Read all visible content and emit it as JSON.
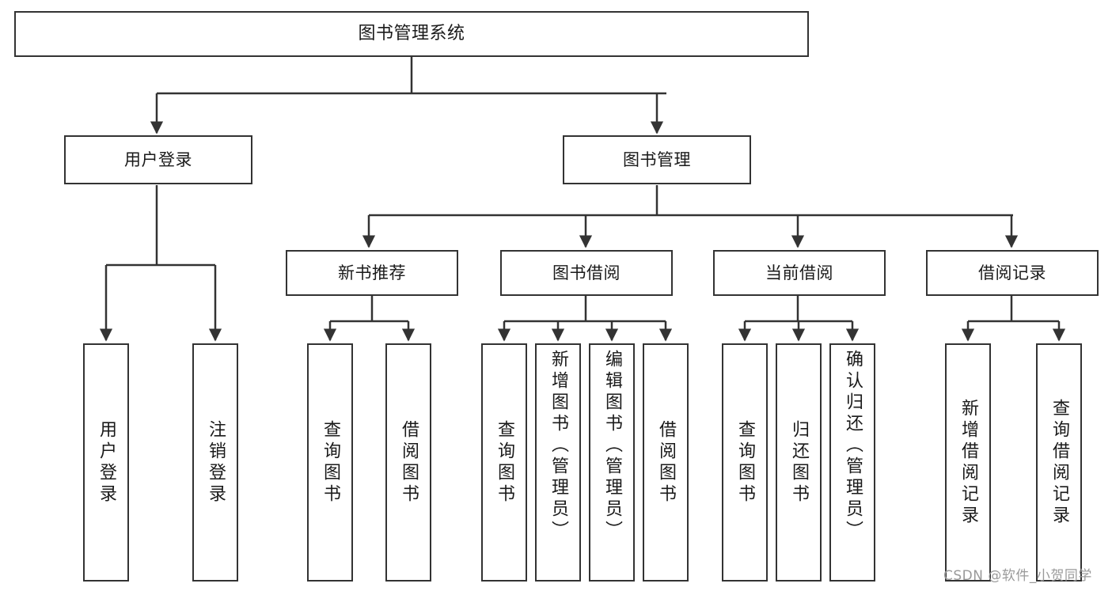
{
  "diagram": {
    "title": "图书管理系统",
    "type": "tree-hierarchy-chart",
    "watermark": "CSDN @软件_小贺同学",
    "colors": {
      "box_border": "#333333",
      "box_fill": "#ffffff",
      "edge": "#333333",
      "text": "#1a1a1a",
      "watermark": "#9a9a9a"
    },
    "levels": {
      "root": {
        "label": "图书管理系统"
      },
      "level1": [
        {
          "id": "user-login",
          "label": "用户登录"
        },
        {
          "id": "book-management",
          "label": "图书管理"
        }
      ],
      "level2": [
        {
          "id": "new-book-recommend",
          "label": "新书推荐"
        },
        {
          "id": "book-borrow",
          "label": "图书借阅"
        },
        {
          "id": "current-borrow",
          "label": "当前借阅"
        },
        {
          "id": "borrow-record",
          "label": "借阅记录"
        }
      ],
      "leaves": {
        "user_login": [
          {
            "id": "leaf-user-login",
            "label": "用户登录"
          },
          {
            "id": "leaf-logout-login",
            "label": "注销登录"
          }
        ],
        "new_book_recommend": [
          {
            "id": "leaf-query-book-1",
            "label": "查询图书"
          },
          {
            "id": "leaf-borrow-book-1",
            "label": "借阅图书"
          }
        ],
        "book_borrow": [
          {
            "id": "leaf-query-book-2",
            "label": "查询图书"
          },
          {
            "id": "leaf-add-book",
            "label": "新增图书（管理员）"
          },
          {
            "id": "leaf-edit-book",
            "label": "编辑图书（管理员）"
          },
          {
            "id": "leaf-borrow-book-2",
            "label": "借阅图书"
          }
        ],
        "current_borrow": [
          {
            "id": "leaf-query-book-3",
            "label": "查询图书"
          },
          {
            "id": "leaf-return-book",
            "label": "归还图书"
          },
          {
            "id": "leaf-confirm-return",
            "label": "确认归还（管理员）"
          }
        ],
        "borrow_record": [
          {
            "id": "leaf-add-record",
            "label": "新增借阅记录"
          },
          {
            "id": "leaf-query-record",
            "label": "查询借阅记录"
          }
        ]
      }
    }
  }
}
